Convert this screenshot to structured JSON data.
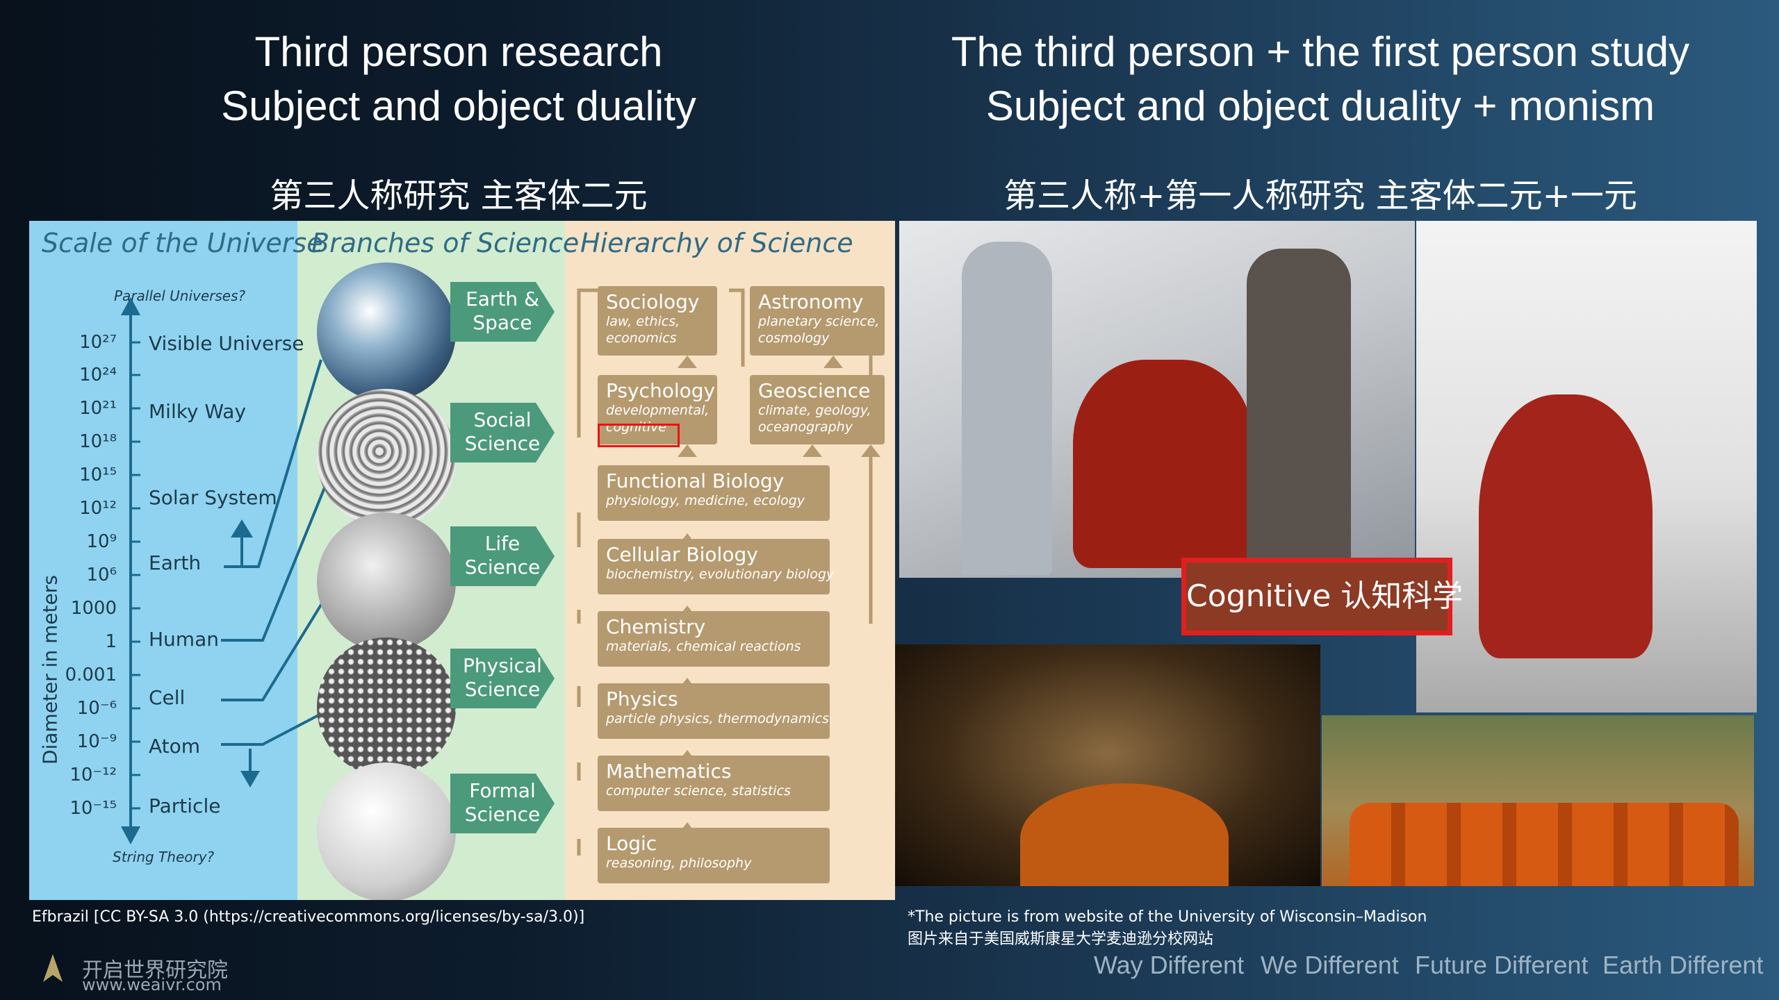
{
  "left_heading": {
    "line1": "Third person research",
    "line2": "Subject and object duality"
  },
  "right_heading": {
    "line1": "The third person + the first person study",
    "line2": "Subject and object duality + monism"
  },
  "left_cn": "第三人称研究  主客体二元",
  "right_cn": "第三人称+第一人称研究  主客体二元+一元",
  "infographic": {
    "scale_title": "Scale of the Universe",
    "branches_title": "Branches of Science",
    "hierarchy_title": "Hierarchy of Science",
    "axis_title": "Diameter in meters",
    "top_note": "Parallel Universes?",
    "bottom_note": "String Theory?",
    "scale_numbers": [
      "10²⁷",
      "10²⁴",
      "10²¹",
      "10¹⁸",
      "10¹⁵",
      "10¹²",
      "10⁹",
      "10⁶",
      "1000",
      "1",
      "0.001",
      "10⁻⁶",
      "10⁻⁹",
      "10⁻¹²",
      "10⁻¹⁵"
    ],
    "scale_labels": [
      "Visible Universe",
      "Milky Way",
      "Solar System",
      "Earth",
      "Human",
      "Cell",
      "Atom",
      "Particle"
    ],
    "branches": [
      {
        "line1": "Earth &",
        "line2": "Space"
      },
      {
        "line1": "Social",
        "line2": "Science"
      },
      {
        "line1": "Life",
        "line2": "Science"
      },
      {
        "line1": "Physical",
        "line2": "Science"
      },
      {
        "line1": "Formal",
        "line2": "Science"
      }
    ],
    "hierarchy": [
      {
        "title": "Sociology",
        "sub": [
          "law, ethics,",
          "economics"
        ]
      },
      {
        "title": "Astronomy",
        "sub": [
          "planetary science,",
          "cosmology"
        ]
      },
      {
        "title": "Psychology",
        "sub": [
          "developmental,",
          "cognitive"
        ]
      },
      {
        "title": "Geoscience",
        "sub": [
          "climate, geology,",
          "oceanography"
        ]
      },
      {
        "title": "Functional Biology",
        "sub": [
          "physiology, medicine, ecology"
        ]
      },
      {
        "title": "Cellular Biology",
        "sub": [
          "biochemistry, evolutionary biology"
        ]
      },
      {
        "title": "Chemistry",
        "sub": [
          "materials, chemical reactions"
        ]
      },
      {
        "title": "Physics",
        "sub": [
          "particle physics, thermodynamics"
        ]
      },
      {
        "title": "Mathematics",
        "sub": [
          "computer science, statistics"
        ]
      },
      {
        "title": "Logic",
        "sub": [
          "reasoning, philosophy"
        ]
      }
    ]
  },
  "cognitive_label": "Cognitive 认知科学",
  "left_credit": "Efbrazil [CC BY-SA 3.0 (https://creativecommons.org/licenses/by-sa/3.0)]",
  "right_credit": {
    "line1": "*The picture is from website of the University of Wisconsin–Madison",
    "line2": "图片来自于美国威斯康星大学麦迪逊分校网站"
  },
  "logo": {
    "line1": "开启世界研究院",
    "line2": "www.weaivr.com"
  },
  "slogans": [
    "Way Different",
    "We Different",
    "Future Different",
    "Earth Different"
  ],
  "colors": {
    "accent_red": "#e02020",
    "branch_green": "#4b9a7c",
    "box_tan": "#b59a6f"
  }
}
